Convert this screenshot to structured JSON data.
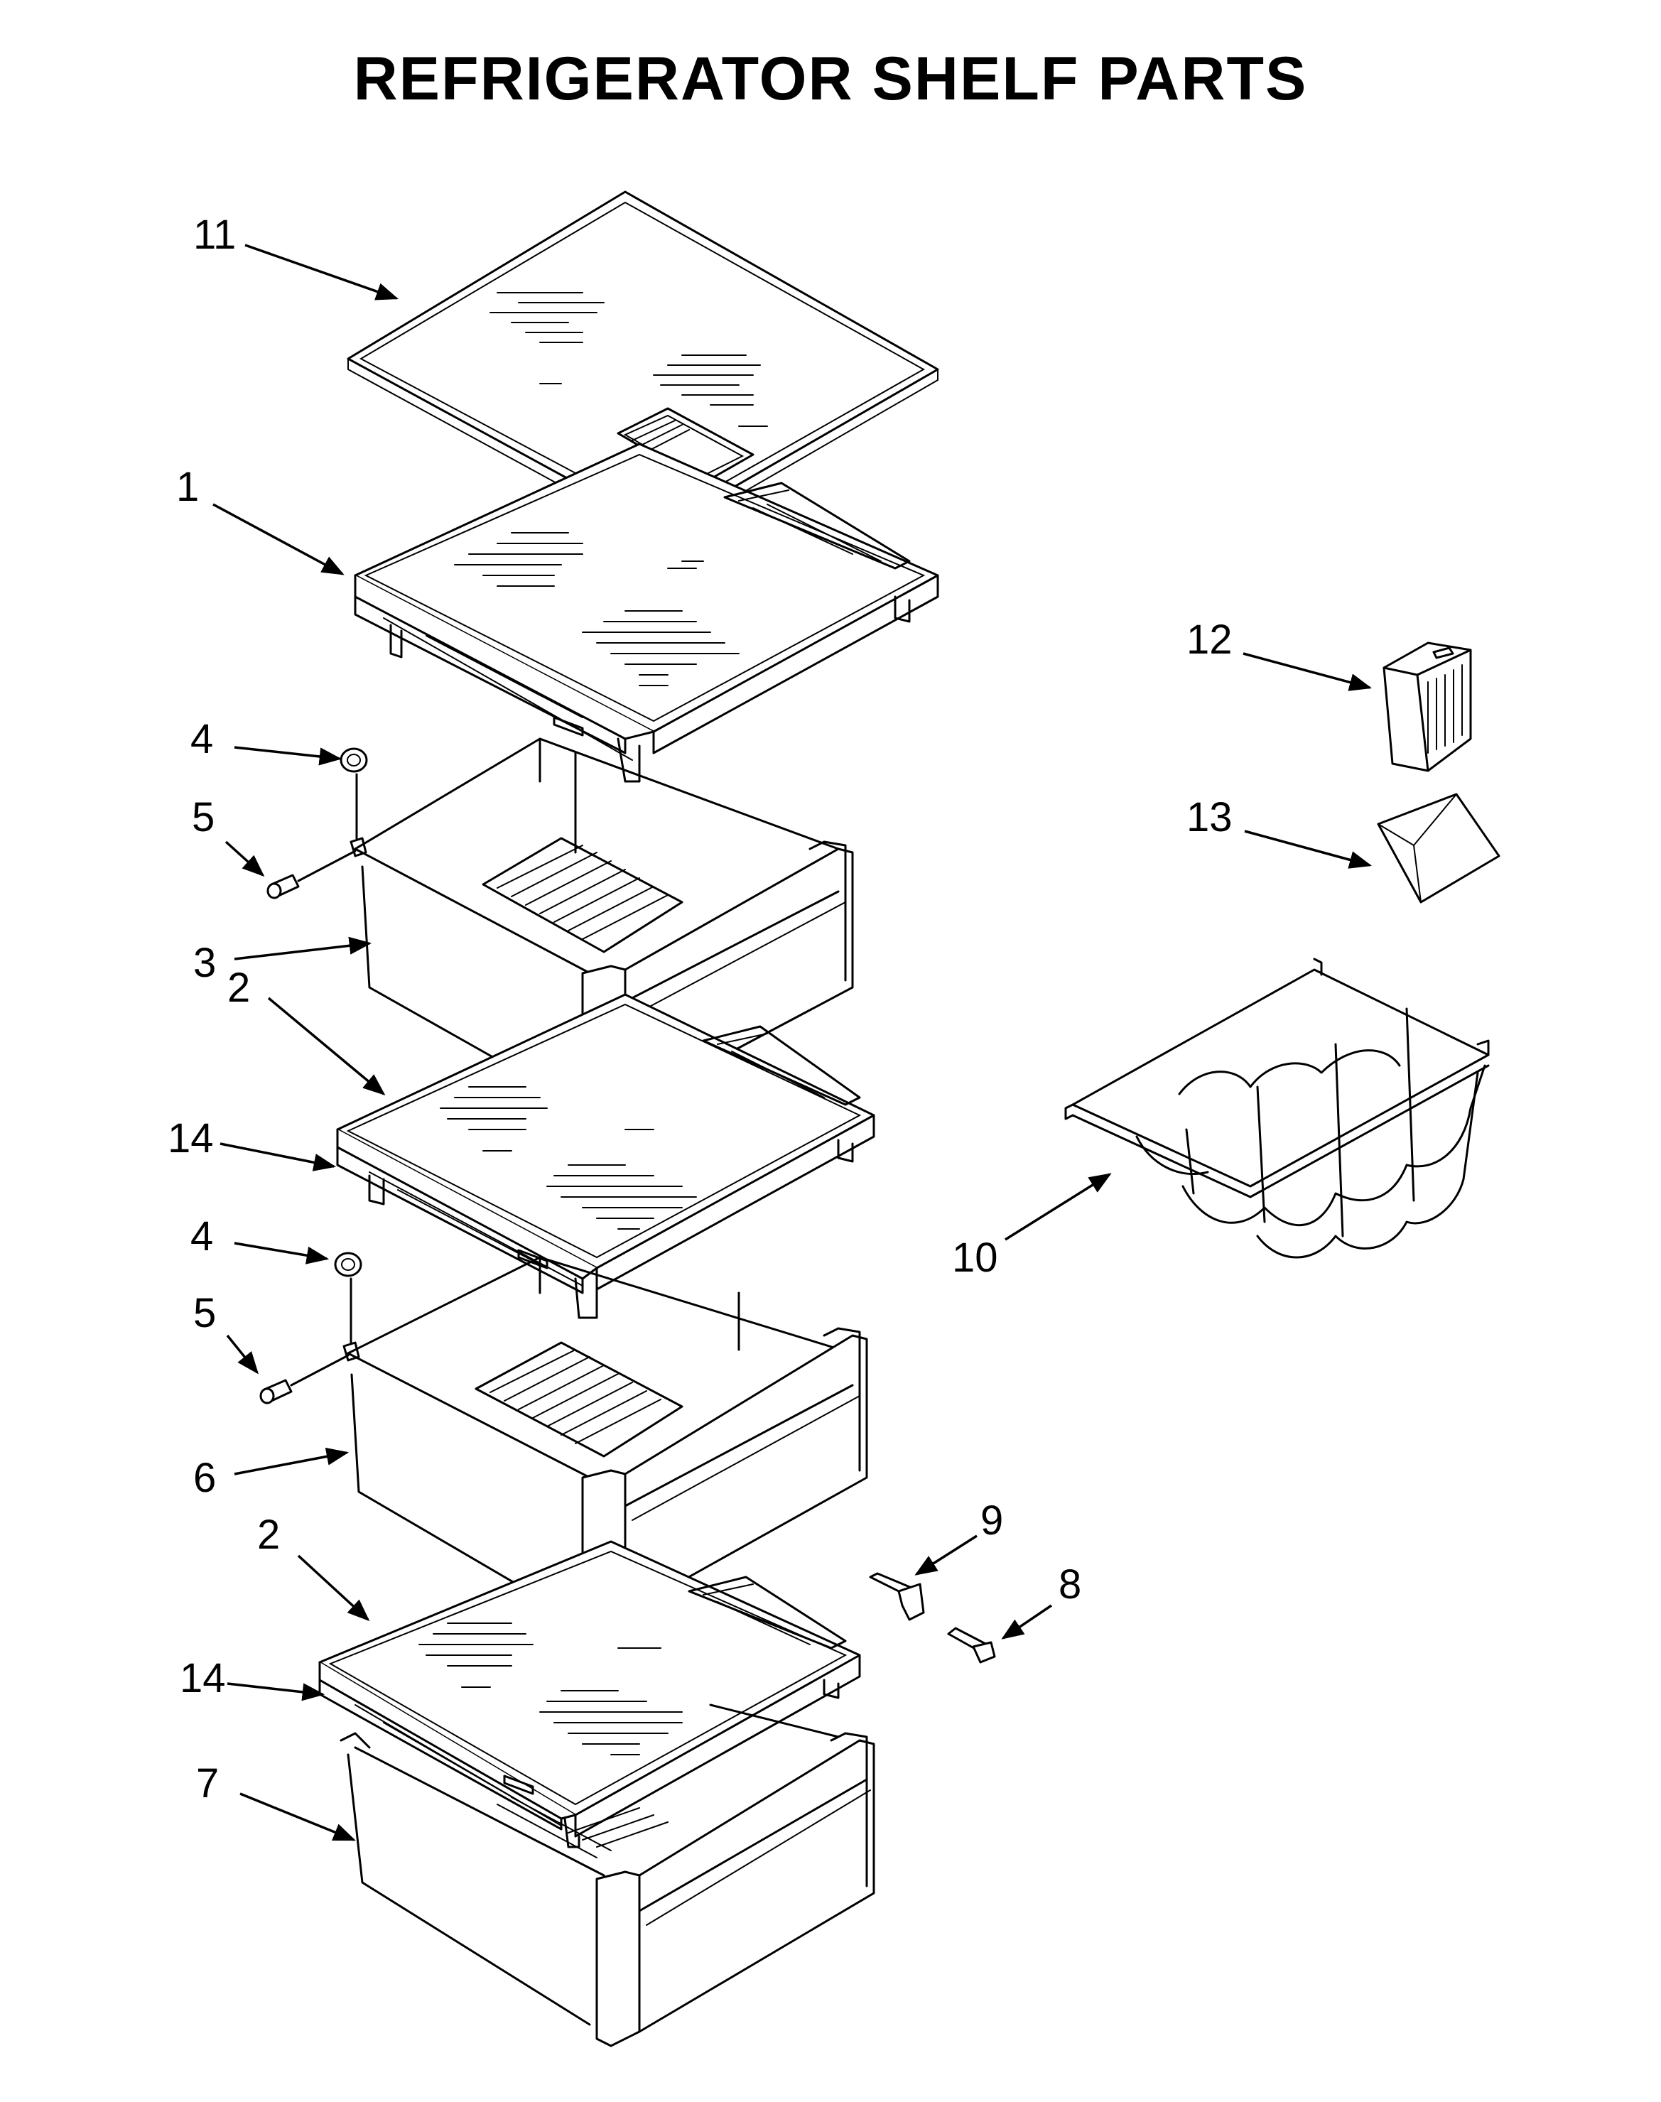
{
  "title": "REFRIGERATOR SHELF PARTS",
  "callouts": [
    {
      "id": "c11",
      "label": "11"
    },
    {
      "id": "c1",
      "label": "1"
    },
    {
      "id": "c4a",
      "label": "4"
    },
    {
      "id": "c5a",
      "label": "5"
    },
    {
      "id": "c3",
      "label": "3"
    },
    {
      "id": "c2a",
      "label": "2"
    },
    {
      "id": "c14a",
      "label": "14"
    },
    {
      "id": "c4b",
      "label": "4"
    },
    {
      "id": "c5b",
      "label": "5"
    },
    {
      "id": "c6",
      "label": "6"
    },
    {
      "id": "c2b",
      "label": "2"
    },
    {
      "id": "c14b",
      "label": "14"
    },
    {
      "id": "c7",
      "label": "7"
    },
    {
      "id": "c12",
      "label": "12"
    },
    {
      "id": "c13",
      "label": "13"
    },
    {
      "id": "c10",
      "label": "10"
    },
    {
      "id": "c9",
      "label": "9"
    },
    {
      "id": "c8",
      "label": "8"
    }
  ]
}
